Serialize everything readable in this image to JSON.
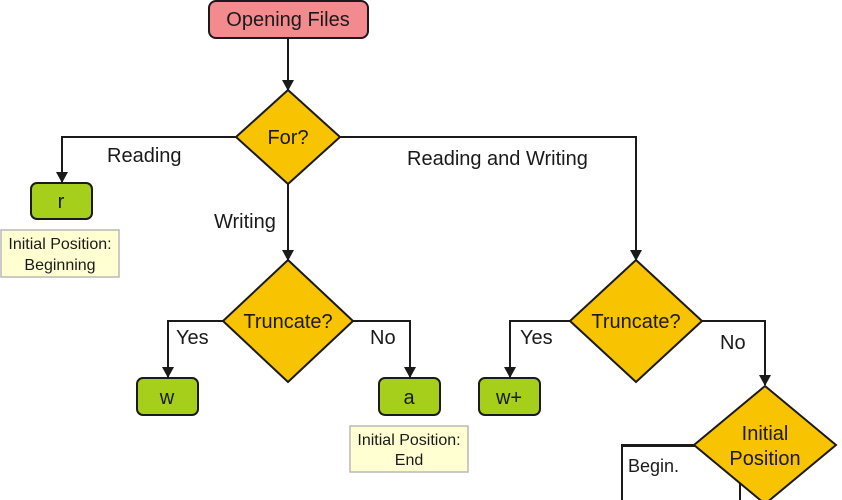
{
  "colors": {
    "start": "#f28a8e",
    "decision": "#f8c300",
    "mode": "#a5cf1a",
    "note": "#ffffd2",
    "line": "#1a1a1a"
  },
  "nodes": {
    "start": "Opening Files",
    "for_decision": "For?",
    "mode_r": "r",
    "note_r": [
      "Initial Position:",
      "Beginning"
    ],
    "truncate_write": "Truncate?",
    "mode_w": "w",
    "mode_a": "a",
    "note_a": [
      "Initial Position:",
      "End"
    ],
    "truncate_rw": "Truncate?",
    "mode_wplus": "w+",
    "initial_position": [
      "Initial",
      "Position"
    ],
    "begin_box": "Begin."
  },
  "labels": {
    "reading": "Reading",
    "writing": "Writing",
    "reading_and_writing": "Reading and Writing",
    "yes_write": "Yes",
    "no_write": "No",
    "yes_rw": "Yes",
    "no_rw": "No"
  }
}
